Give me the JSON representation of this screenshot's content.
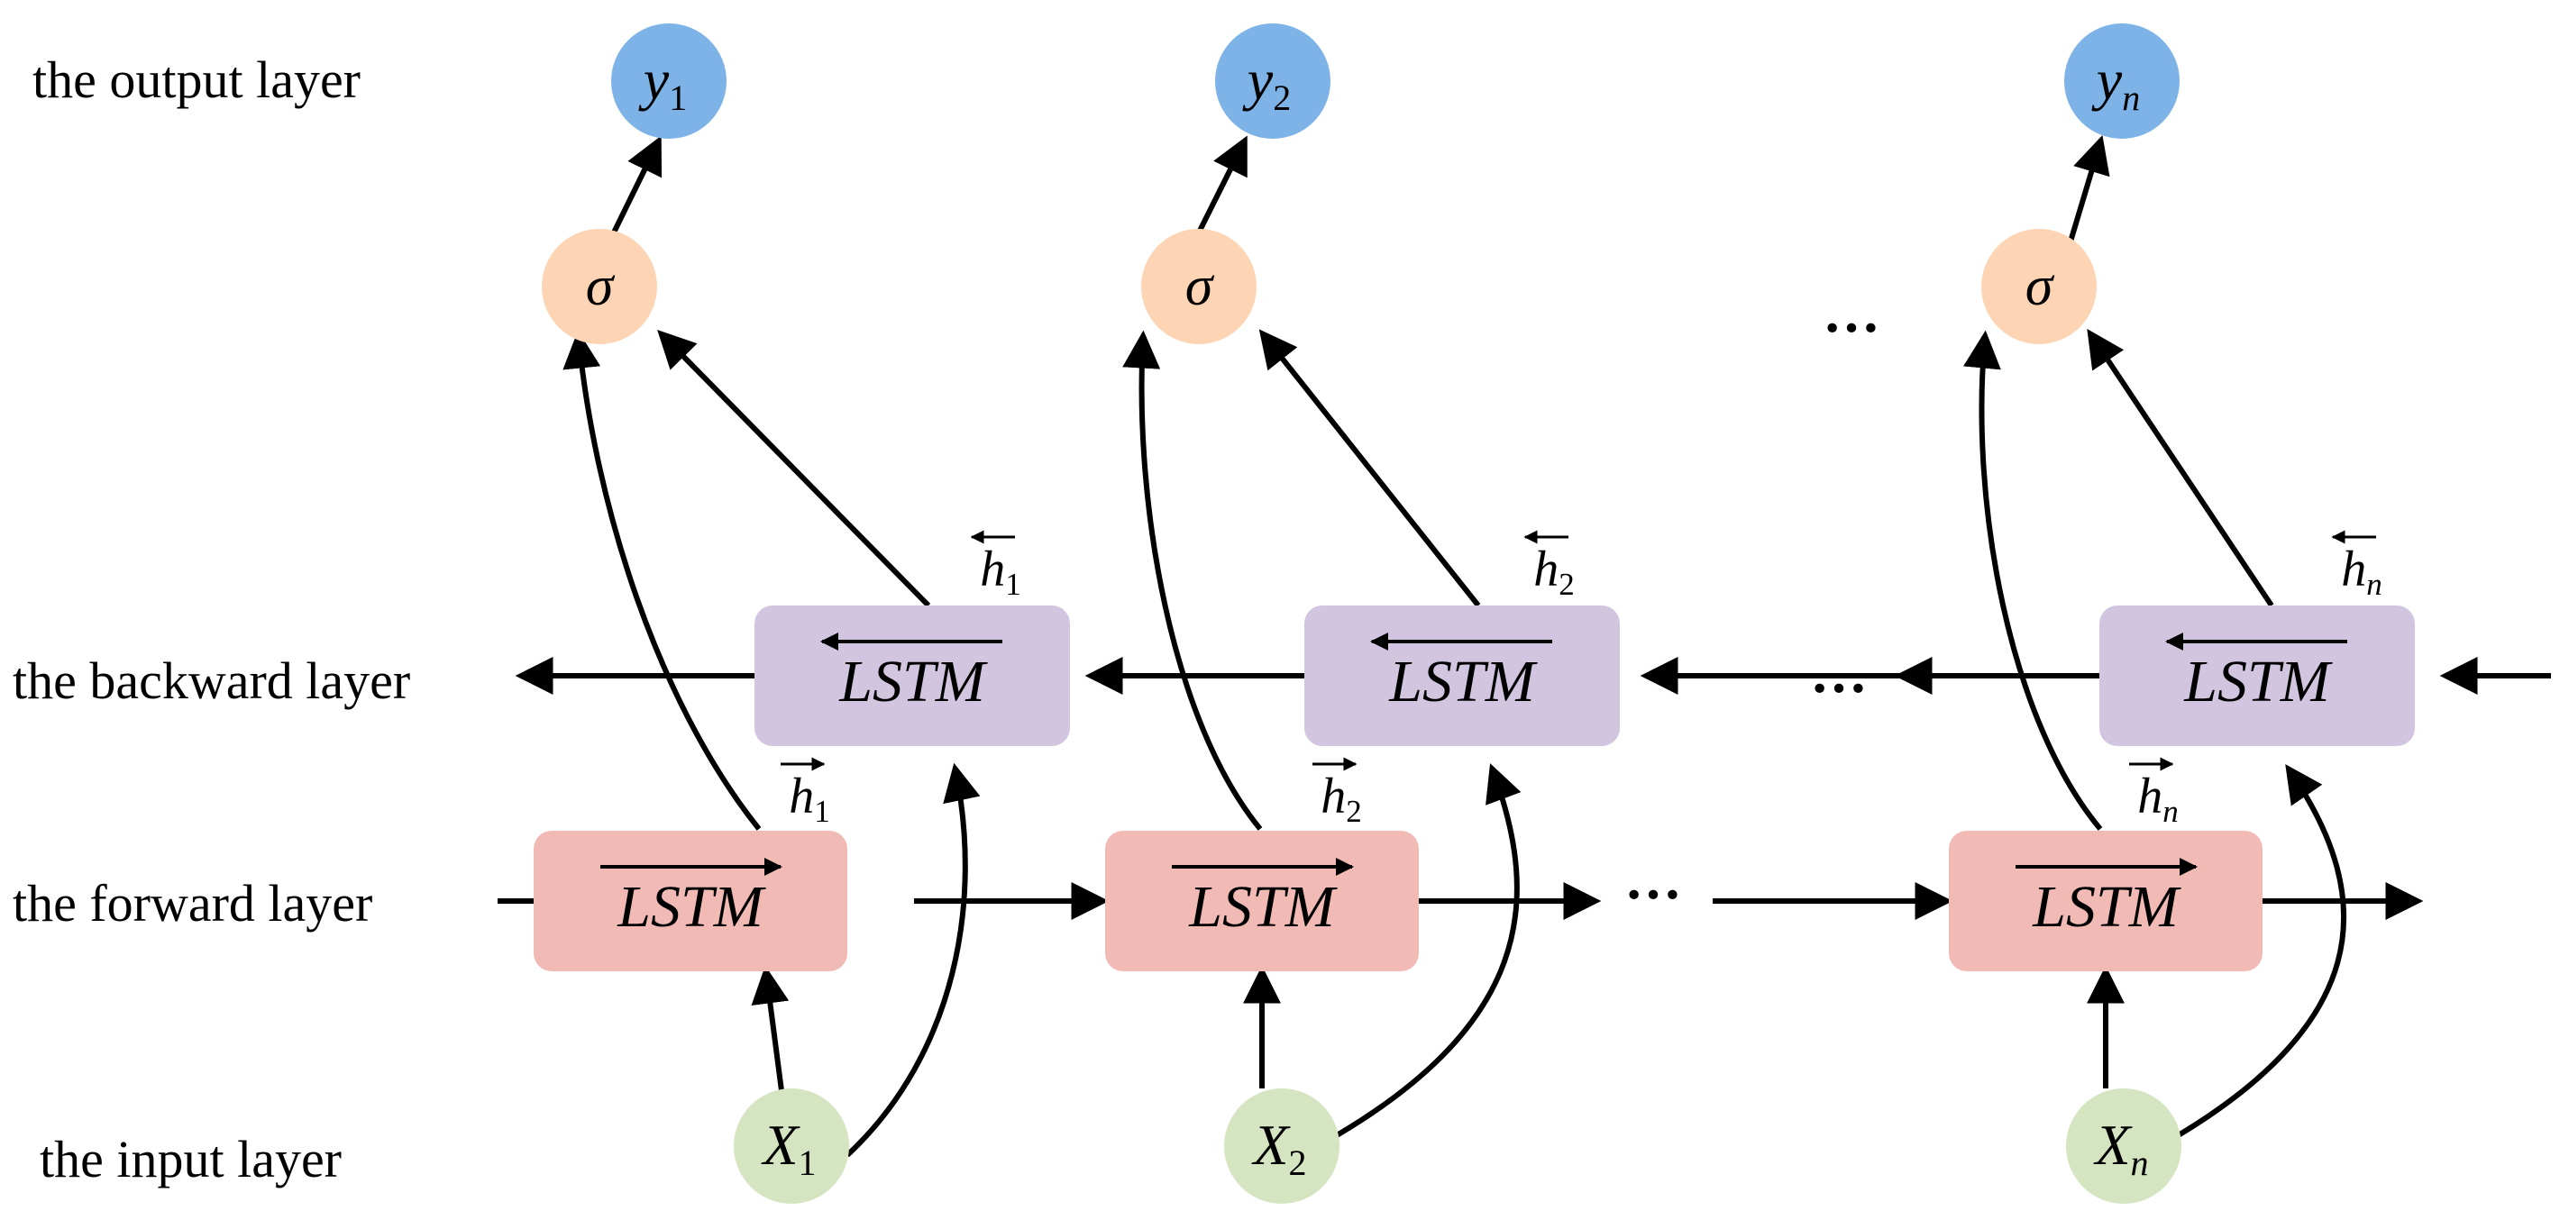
{
  "layers": {
    "output": "the output layer",
    "backward": "the backward layer",
    "forward": "the forward layer",
    "input": "the input layer"
  },
  "cell_label": "LSTM",
  "activation_symbol": "σ",
  "output_symbol": "y",
  "input_symbol": "X",
  "hidden_symbol": "h",
  "ellipsis": "···",
  "columns": [
    {
      "index": "1"
    },
    {
      "index": "2"
    },
    {
      "index": "n"
    }
  ],
  "colors": {
    "output_node": "#7db3e6",
    "activation_node": "#fdd5b4",
    "backward_cell": "#d2c5e0",
    "forward_cell": "#f2bab5",
    "input_node": "#d5e5c1",
    "edge": "#000000"
  }
}
